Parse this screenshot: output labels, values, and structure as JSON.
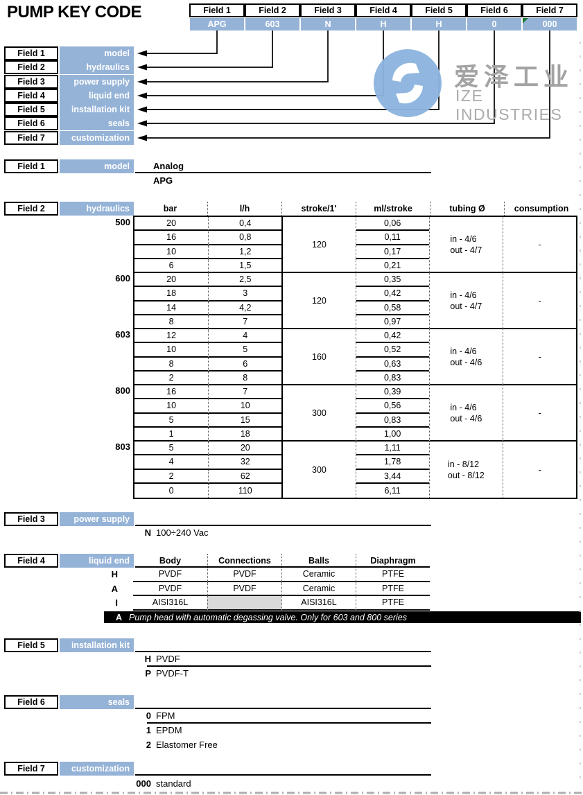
{
  "title": "PUMP KEY CODE",
  "watermark": {
    "cn": "爱泽工业",
    "en": "IZE INDUSTRIES"
  },
  "colors": {
    "accent_blue": "#95B3D7",
    "logo_blue": "#8DB4DF",
    "gray_cell": "#D9D9D9",
    "note_bar": "#000000",
    "watermark_gray": "#A3A3A3",
    "error_triangle_green": "#1E7A3C"
  },
  "key_fields": [
    {
      "label": "Field 1",
      "value": "APG",
      "desc": "model"
    },
    {
      "label": "Field 2",
      "value": "603",
      "desc": "hydraulics"
    },
    {
      "label": "Field 3",
      "value": "N",
      "desc": "power supply"
    },
    {
      "label": "Field 4",
      "value": "H",
      "desc": "liquid end"
    },
    {
      "label": "Field 5",
      "value": "H",
      "desc": "installation kit"
    },
    {
      "label": "Field 6",
      "value": "0",
      "desc": "seals"
    },
    {
      "label": "Field 7",
      "value": "000",
      "desc": "customization"
    }
  ],
  "field1": {
    "rows": [
      "Analog",
      "APG"
    ]
  },
  "field2": {
    "columns": [
      "bar",
      "l/h",
      "stroke/1'",
      "ml/stroke",
      "tubing Ø",
      "consumption"
    ],
    "groups": [
      {
        "name": "500",
        "stroke": "120",
        "tubing_in": "in - 4/6",
        "tubing_out": "out - 4/7",
        "consumption": "-",
        "rows": [
          {
            "bar": "20",
            "lh": "0,4",
            "ml": "0,06"
          },
          {
            "bar": "16",
            "lh": "0,8",
            "ml": "0,11"
          },
          {
            "bar": "10",
            "lh": "1,2",
            "ml": "0,17"
          },
          {
            "bar": "6",
            "lh": "1,5",
            "ml": "0,21"
          }
        ]
      },
      {
        "name": "600",
        "stroke": "120",
        "tubing_in": "in - 4/6",
        "tubing_out": "out - 4/7",
        "consumption": "-",
        "rows": [
          {
            "bar": "20",
            "lh": "2,5",
            "ml": "0,35"
          },
          {
            "bar": "18",
            "lh": "3",
            "ml": "0,42"
          },
          {
            "bar": "14",
            "lh": "4,2",
            "ml": "0,58"
          },
          {
            "bar": "8",
            "lh": "7",
            "ml": "0,97"
          }
        ]
      },
      {
        "name": "603",
        "stroke": "160",
        "tubing_in": "in - 4/6",
        "tubing_out": "out - 4/6",
        "consumption": "-",
        "rows": [
          {
            "bar": "12",
            "lh": "4",
            "ml": "0,42"
          },
          {
            "bar": "10",
            "lh": "5",
            "ml": "0,52"
          },
          {
            "bar": "8",
            "lh": "6",
            "ml": "0,63"
          },
          {
            "bar": "2",
            "lh": "8",
            "ml": "0,83"
          }
        ]
      },
      {
        "name": "800",
        "stroke": "300",
        "tubing_in": "in - 4/6",
        "tubing_out": "out - 4/6",
        "consumption": "-",
        "rows": [
          {
            "bar": "16",
            "lh": "7",
            "ml": "0,39"
          },
          {
            "bar": "10",
            "lh": "10",
            "ml": "0,56"
          },
          {
            "bar": "5",
            "lh": "15",
            "ml": "0,83"
          },
          {
            "bar": "1",
            "lh": "18",
            "ml": "1,00"
          }
        ]
      },
      {
        "name": "803",
        "stroke": "300",
        "tubing_in": "in - 8/12",
        "tubing_out": "out - 8/12",
        "consumption": "-",
        "rows": [
          {
            "bar": "5",
            "lh": "20",
            "ml": "1,11"
          },
          {
            "bar": "4",
            "lh": "32",
            "ml": "1,78"
          },
          {
            "bar": "2",
            "lh": "62",
            "ml": "3,44"
          },
          {
            "bar": "0",
            "lh": "110",
            "ml": "6,11"
          }
        ]
      }
    ]
  },
  "field3": {
    "items": [
      {
        "code": "N",
        "text": "100÷240 Vac"
      }
    ]
  },
  "field4": {
    "columns": [
      "Body",
      "Connections",
      "Balls",
      "Diaphragm"
    ],
    "rows": [
      {
        "code": "H",
        "cells": [
          "PVDF",
          "PVDF",
          "Ceramic",
          "PTFE"
        ]
      },
      {
        "code": "A",
        "cells": [
          "PVDF",
          "PVDF",
          "Ceramic",
          "PTFE"
        ]
      },
      {
        "code": "I",
        "cells": [
          "AISI316L",
          "",
          "AISI316L",
          "PTFE"
        ]
      }
    ],
    "note_code": "A",
    "note": "Pump head with automatic degassing valve. Only for 603 and 800 series"
  },
  "field5": {
    "items": [
      {
        "code": "H",
        "text": "PVDF"
      },
      {
        "code": "P",
        "text": "PVDF-T"
      }
    ]
  },
  "field6": {
    "items": [
      {
        "code": "0",
        "text": "FPM"
      },
      {
        "code": "1",
        "text": "EPDM"
      },
      {
        "code": "2",
        "text": "Elastomer Free"
      }
    ]
  },
  "field7": {
    "items": [
      {
        "code": "000",
        "text": "standard"
      }
    ]
  }
}
